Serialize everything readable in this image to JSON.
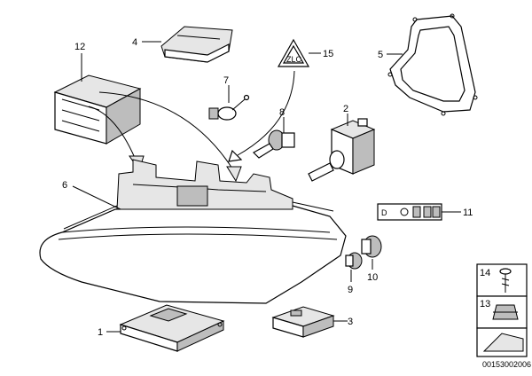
{
  "callouts": {
    "c1": "1",
    "c2": "2",
    "c3": "3",
    "c4": "4",
    "c5": "5",
    "c6": "6",
    "c7": "7",
    "c8": "8",
    "c9": "9",
    "c10": "10",
    "c11": "11",
    "c12": "12",
    "c13": "13",
    "c14": "14",
    "c15": "15"
  },
  "warning_label": "ZLC",
  "drawing_number": "00153002006"
}
